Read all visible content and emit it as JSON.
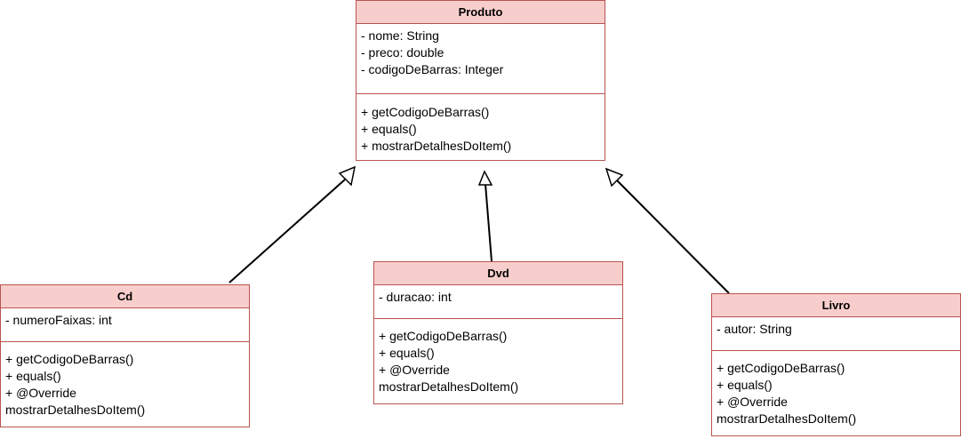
{
  "diagram": {
    "classes": {
      "produto": {
        "name": "Produto",
        "attributes": [
          "- nome: String",
          "- preco: double",
          "- codigoDeBarras: Integer"
        ],
        "methods": [
          "+ getCodigoDeBarras()",
          "+ equals()",
          "+ mostrarDetalhesDoItem()"
        ]
      },
      "cd": {
        "name": "Cd",
        "attributes": [
          "- numeroFaixas: int"
        ],
        "methods": [
          "+ getCodigoDeBarras()",
          "+ equals()",
          "+ @Override",
          "mostrarDetalhesDoItem()"
        ]
      },
      "dvd": {
        "name": "Dvd",
        "attributes": [
          "- duracao: int"
        ],
        "methods": [
          "+ getCodigoDeBarras()",
          "+ equals()",
          "+ @Override",
          "mostrarDetalhesDoItem()"
        ]
      },
      "livro": {
        "name": "Livro",
        "attributes": [
          "- autor: String"
        ],
        "methods": [
          "+ getCodigoDeBarras()",
          "+ equals()",
          "+ @Override",
          "mostrarDetalhesDoItem()"
        ]
      }
    },
    "relations": [
      {
        "type": "generalization",
        "from": "Cd",
        "to": "Produto"
      },
      {
        "type": "generalization",
        "from": "Dvd",
        "to": "Produto"
      },
      {
        "type": "generalization",
        "from": "Livro",
        "to": "Produto"
      }
    ]
  },
  "colors": {
    "header_fill": "#f8cecc",
    "border": "#b85450",
    "connector": "#000000"
  }
}
